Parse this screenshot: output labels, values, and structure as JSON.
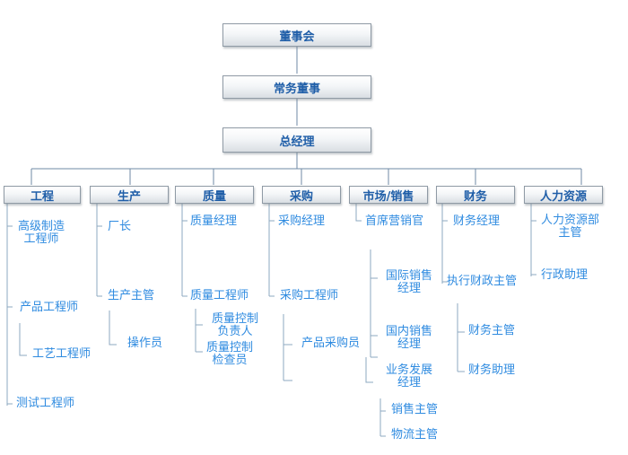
{
  "top": [
    "董事会",
    "常务董事",
    "总经理"
  ],
  "departments": [
    "工程",
    "生产",
    "质量",
    "采购",
    "市场/销售",
    "财务",
    "人力资源"
  ],
  "engineering": {
    "senior_mfg_engineer": [
      "高级制造",
      "工程师"
    ],
    "product_engineer": "产品工程师",
    "process_engineer": "工艺工程师",
    "test_engineer": "测试工程师"
  },
  "production": {
    "plant_manager": "厂长",
    "production_supervisor": "生产主管",
    "operator": "操作员"
  },
  "quality": {
    "quality_manager": "质量经理",
    "quality_engineer": "质量工程师",
    "qc_lead": [
      "质量控制",
      "负责人"
    ],
    "qc_inspector": [
      "质量控制",
      "检查员"
    ]
  },
  "purchasing": {
    "purchasing_manager": "采购经理",
    "purchasing_engineer": "采购工程师",
    "product_buyer": "产品采购员"
  },
  "marketing": {
    "chief_marketing_officer": "首席营销官",
    "intl_sales_manager": [
      "国际销售",
      "经理"
    ],
    "domestic_sales_manager": [
      "国内销售",
      "经理"
    ],
    "bizdev_manager": [
      "业务发展",
      "经理"
    ],
    "sales_supervisor": "销售主管",
    "logistics_supervisor": "物流主管"
  },
  "finance": {
    "finance_manager": "财务经理",
    "executive_finance_supervisor": "执行财政主管",
    "finance_supervisor": "财务主管",
    "finance_assistant": "财务助理"
  },
  "hr": {
    "hr_manager": [
      "人力资源部",
      "主管"
    ],
    "admin_assistant": "行政助理"
  }
}
